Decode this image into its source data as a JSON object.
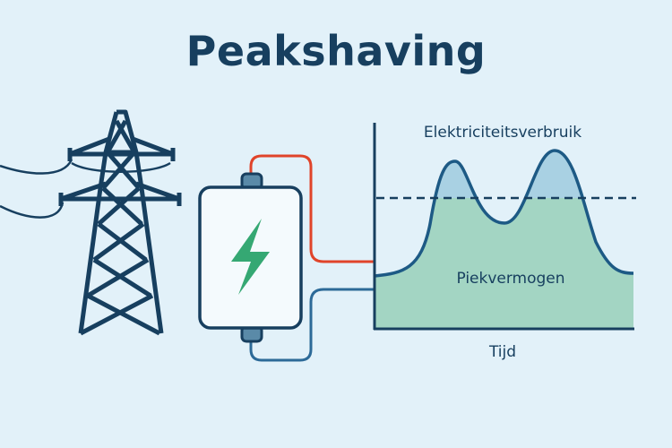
{
  "title": "Peakshaving",
  "chart": {
    "title": "Elektriciteitsverbruik",
    "area_label": "Piekvermogen",
    "xlabel": "Tijd"
  },
  "colors": {
    "dark": "#173f5f",
    "below_threshold_fill": "#a3d5c3",
    "peak_fill": "#a9d1e3",
    "red_wire": "#e0442a",
    "blue_wire": "#2c6a98",
    "bolt": "#35a873",
    "background": "#e2f1f9"
  },
  "icons": [
    "power-pylon-icon",
    "battery-icon",
    "lightning-bolt-icon"
  ]
}
